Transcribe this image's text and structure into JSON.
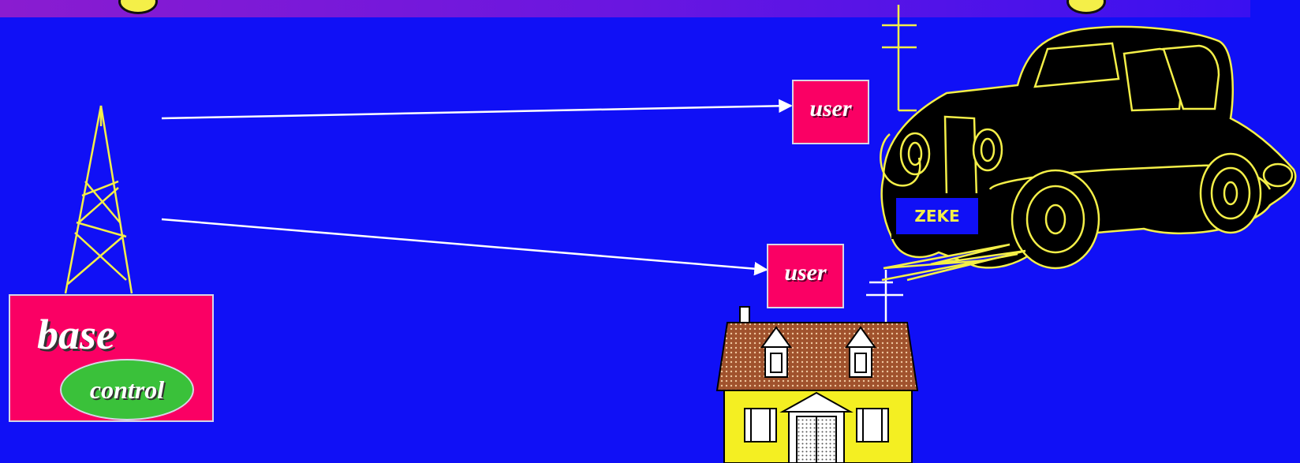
{
  "nodes": {
    "user_top": "user",
    "user_bottom": "user",
    "base": "base",
    "control": "control"
  },
  "car": {
    "plate": "ZEKE"
  },
  "colors": {
    "background": "#1010f6",
    "box_fill": "#fa0064",
    "control_fill": "#3ac13a",
    "line_art": "#f4ef48",
    "arrow": "#ffffff"
  }
}
